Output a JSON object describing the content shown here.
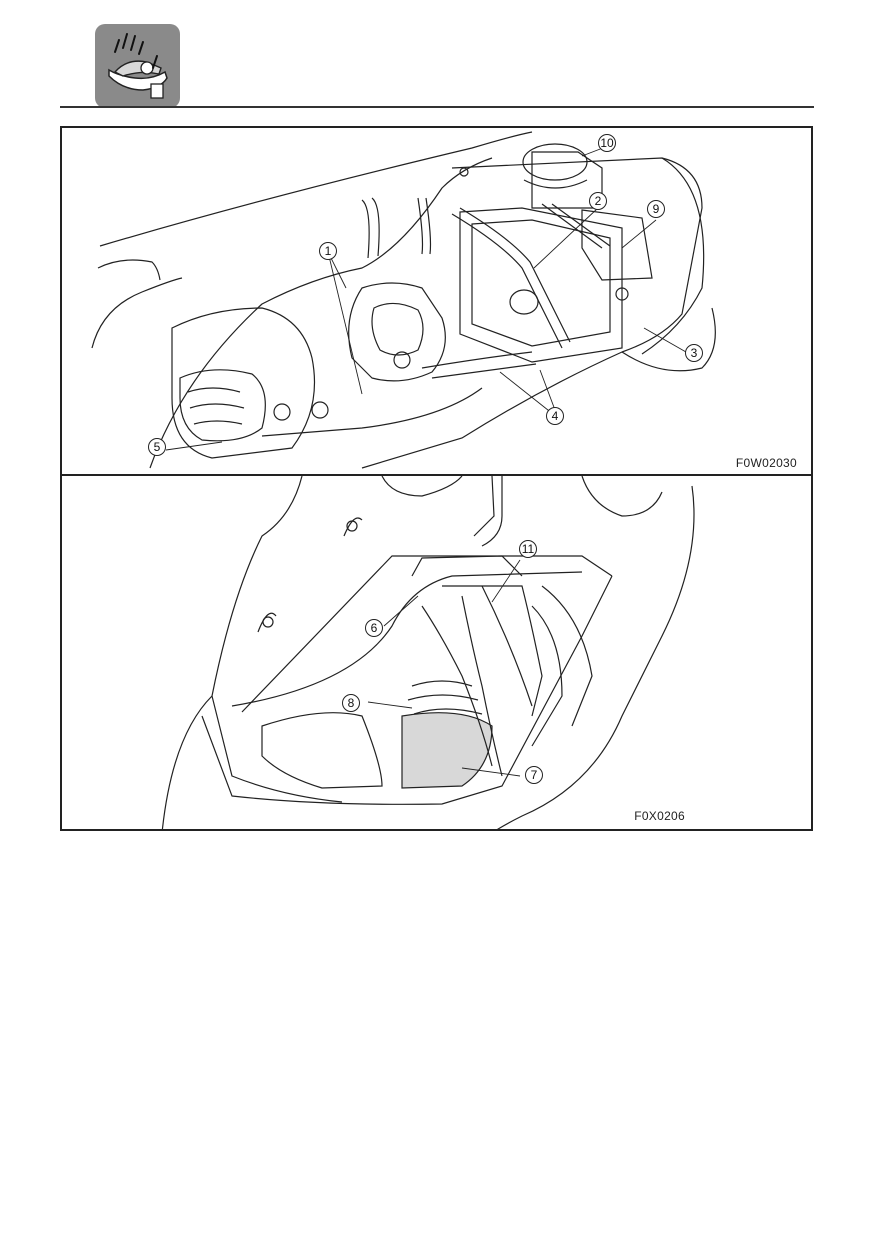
{
  "header": {
    "icon": "watercraft-maintenance-icon"
  },
  "figures": [
    {
      "code": "F0W02030",
      "callouts": [
        "1",
        "2",
        "3",
        "4",
        "5",
        "9",
        "10"
      ]
    },
    {
      "code": "F0X0206",
      "callouts": [
        "6",
        "7",
        "8",
        "11"
      ]
    }
  ]
}
